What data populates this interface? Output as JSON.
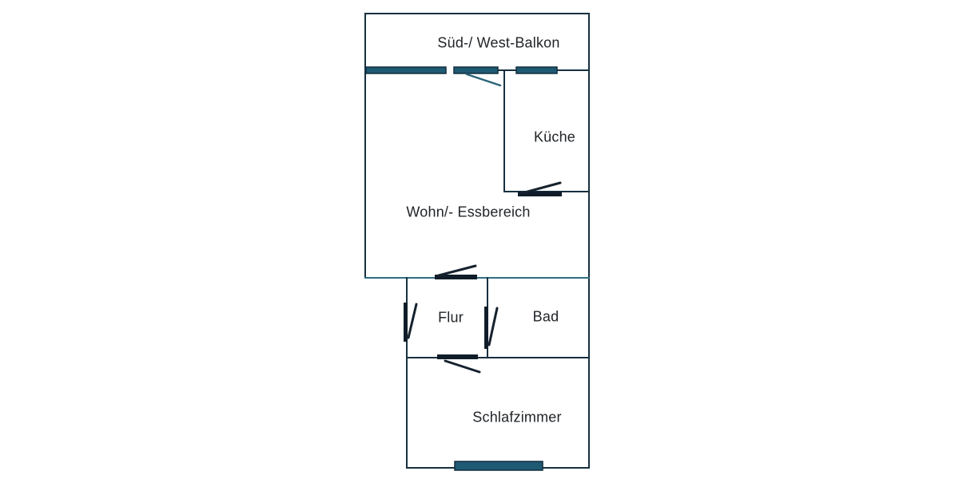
{
  "theme": {
    "bg": "#ffffff",
    "wall": "#16303f",
    "wall-light": "#2f6f80",
    "window": "#1f5a74",
    "window-border": "#122c3c",
    "door": "#101d29",
    "swing": "#16222e",
    "swing-teal": "#2a6478",
    "text": "#212529"
  },
  "rooms": [
    {
      "id": "balkon",
      "label": "Süd-/ West-Balkon"
    },
    {
      "id": "kueche",
      "label": "Küche"
    },
    {
      "id": "wohn",
      "label": "Wohn/- Essbereich"
    },
    {
      "id": "flur",
      "label": "Flur"
    },
    {
      "id": "bad",
      "label": "Bad"
    },
    {
      "id": "schlafzimmer",
      "label": "Schlafzimmer"
    }
  ]
}
